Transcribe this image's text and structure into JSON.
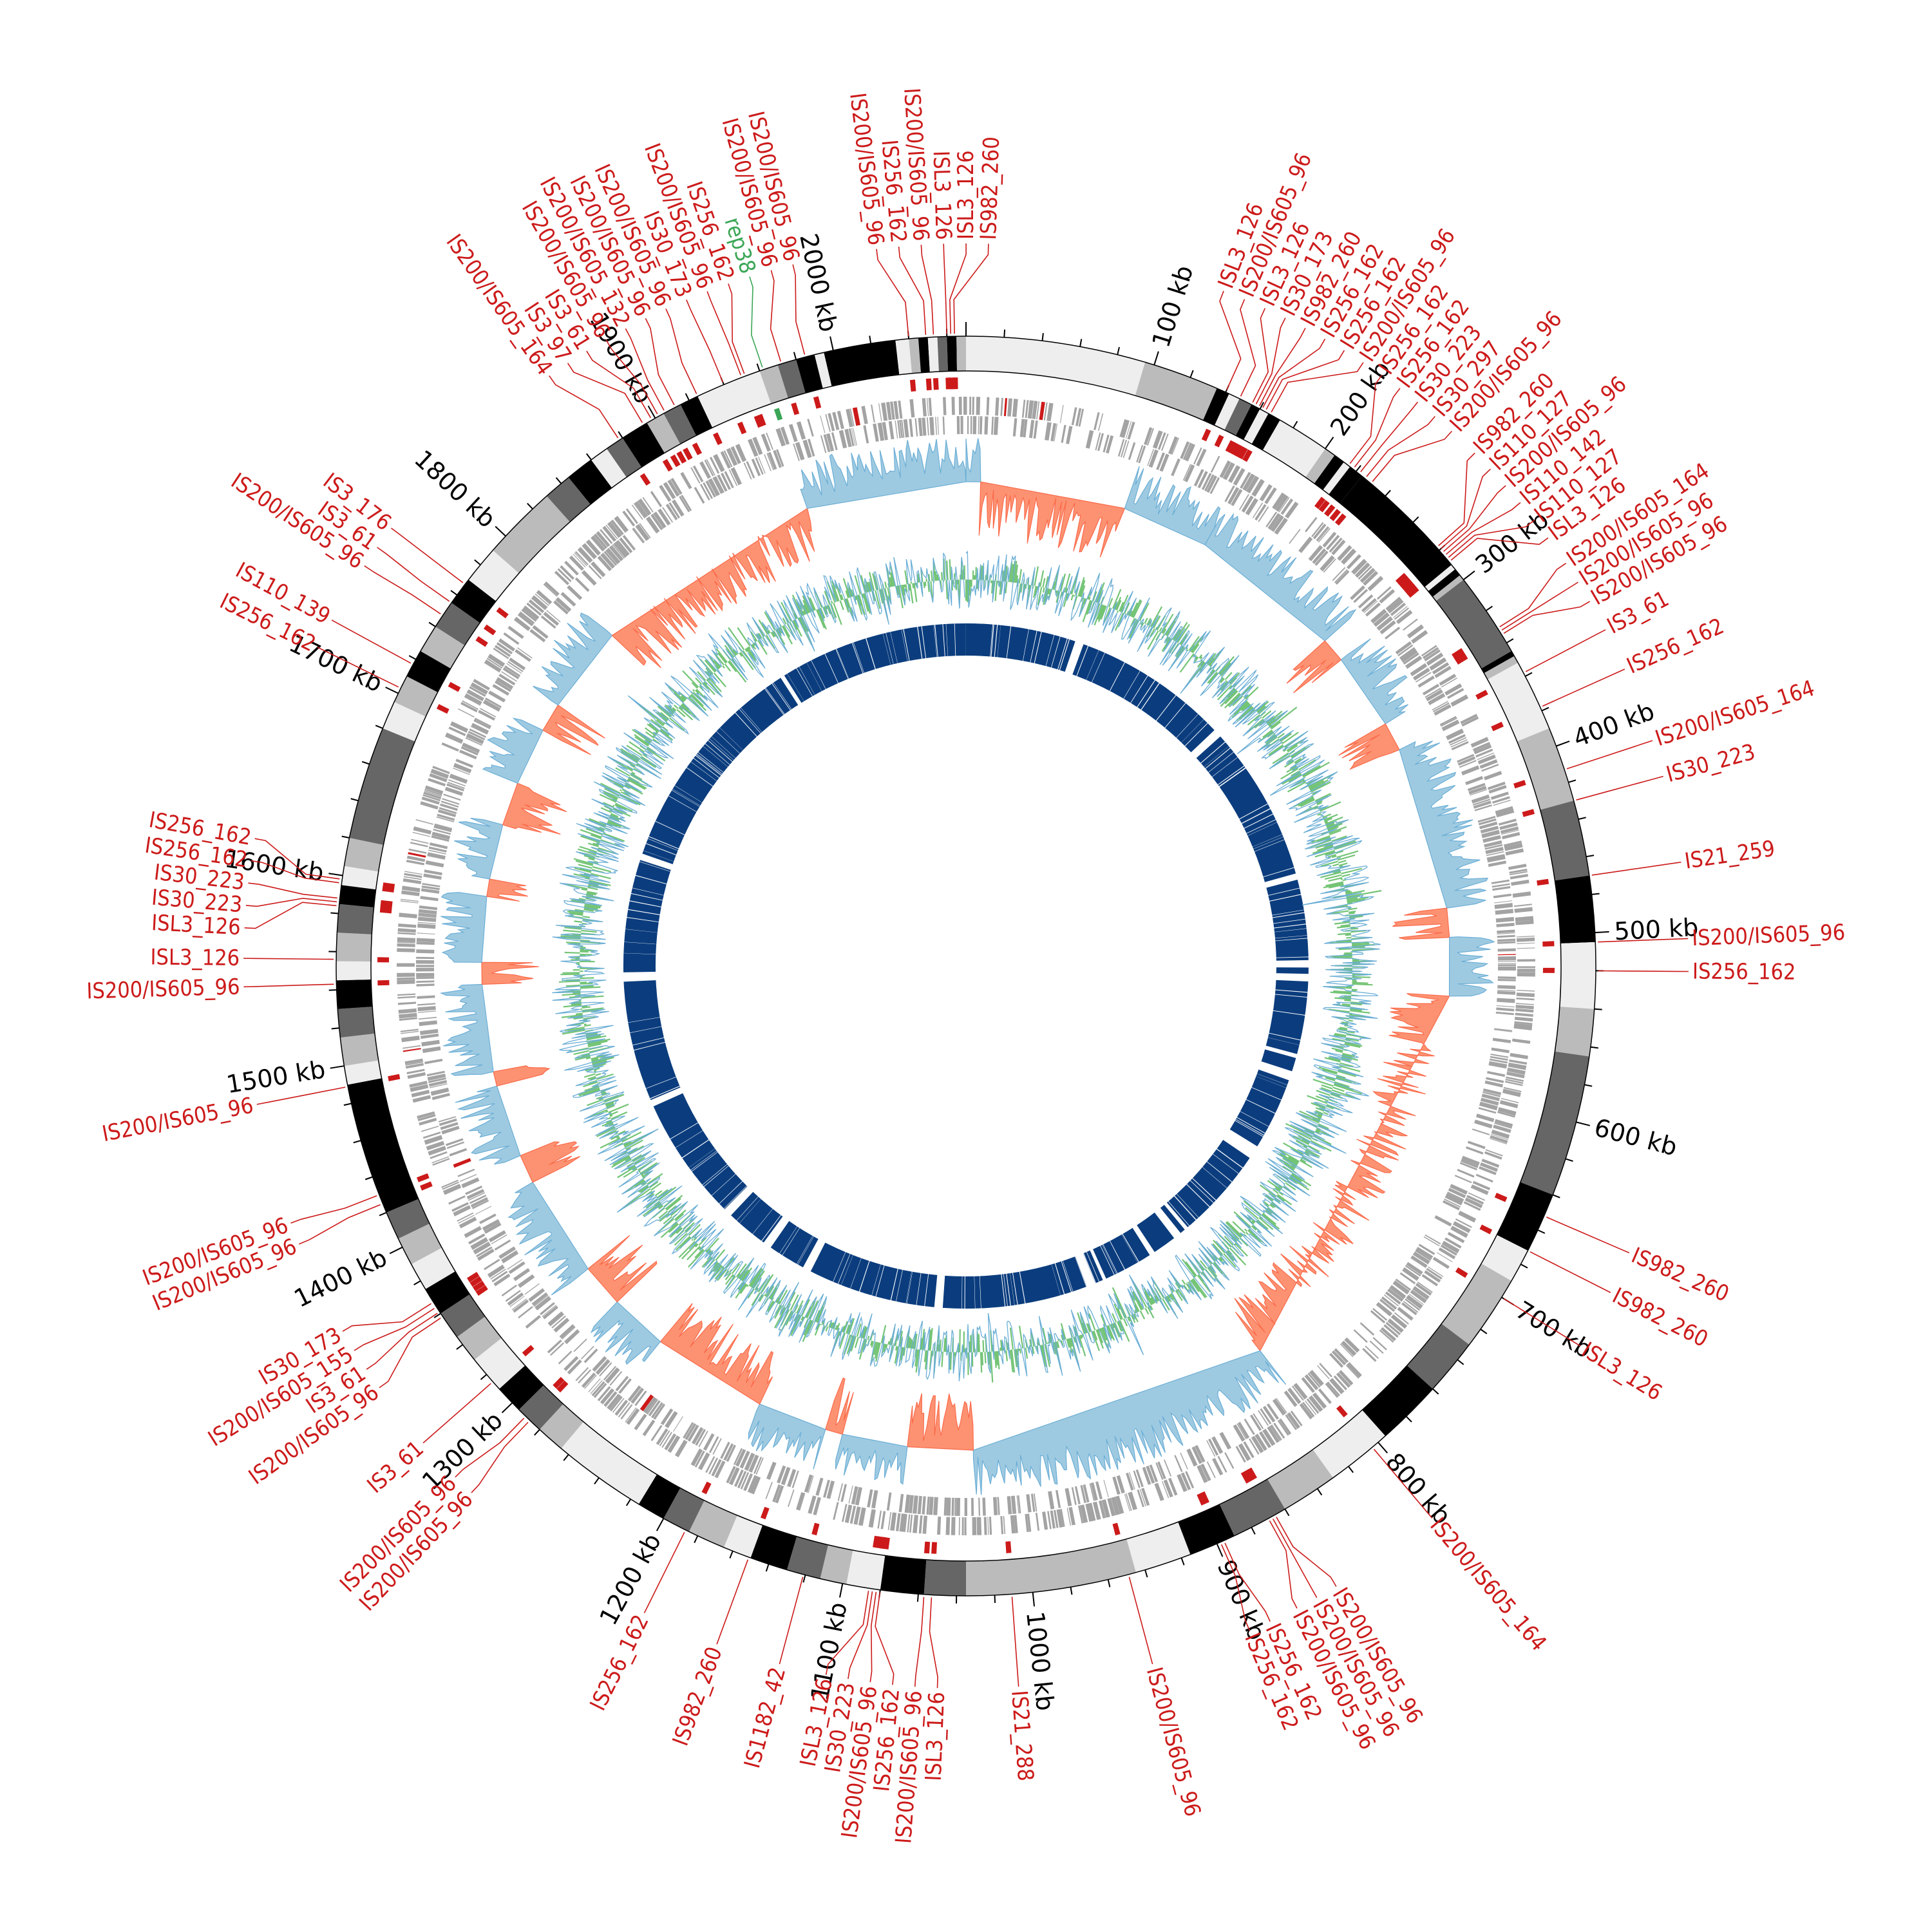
{
  "chart_data": {
    "type": "circular-genome-map",
    "genome_length_kb": 2070,
    "colors": {
      "is_element": "#cc1a1a",
      "rep_element": "#3aa655",
      "gene": "#a3a3a3",
      "skew_positive": "#9ecae1",
      "skew_positive_line": "#6baed6",
      "skew_negative": "#fc9272",
      "gc_line": "#6baed6",
      "gc_fill": "#74c476",
      "coding_ring": "#0b3d7e",
      "band_shades": [
        "#eeeeee",
        "#bbbbbb",
        "#666666",
        "#000000"
      ]
    },
    "ticks": [
      {
        "kb": 100,
        "label": "100 kb"
      },
      {
        "kb": 200,
        "label": "200 kb"
      },
      {
        "kb": 300,
        "label": "300 kb"
      },
      {
        "kb": 400,
        "label": "400 kb"
      },
      {
        "kb": 500,
        "label": "500 kb"
      },
      {
        "kb": 600,
        "label": "600 kb"
      },
      {
        "kb": 700,
        "label": "700 kb"
      },
      {
        "kb": 800,
        "label": "800 kb"
      },
      {
        "kb": 900,
        "label": "900 kb"
      },
      {
        "kb": 1000,
        "label": "1000 kb"
      },
      {
        "kb": 1100,
        "label": "1100 kb"
      },
      {
        "kb": 1200,
        "label": "1200 kb"
      },
      {
        "kb": 1300,
        "label": "1300 kb"
      },
      {
        "kb": 1400,
        "label": "1400 kb"
      },
      {
        "kb": 1500,
        "label": "1500 kb"
      },
      {
        "kb": 1600,
        "label": "1600 kb"
      },
      {
        "kb": 1700,
        "label": "1700 kb"
      },
      {
        "kb": 1800,
        "label": "1800 kb"
      },
      {
        "kb": 1900,
        "label": "1900 kb"
      },
      {
        "kb": 2000,
        "label": "2000 kb"
      }
    ],
    "bands": [
      [
        0,
        95,
        0
      ],
      [
        95,
        135,
        1
      ],
      [
        135,
        142,
        3
      ],
      [
        142,
        148,
        0
      ],
      [
        148,
        155,
        2
      ],
      [
        155,
        160,
        3
      ],
      [
        160,
        165,
        0
      ],
      [
        165,
        172,
        3
      ],
      [
        172,
        200,
        0
      ],
      [
        200,
        206,
        1
      ],
      [
        206,
        212,
        3
      ],
      [
        212,
        216,
        0
      ],
      [
        216,
        224,
        3
      ],
      [
        224,
        290,
        3
      ],
      [
        290,
        293,
        0
      ],
      [
        293,
        297,
        3
      ],
      [
        297,
        300,
        1
      ],
      [
        300,
        345,
        2
      ],
      [
        345,
        348,
        3
      ],
      [
        348,
        352,
        1
      ],
      [
        352,
        390,
        0
      ],
      [
        390,
        430,
        1
      ],
      [
        430,
        470,
        2
      ],
      [
        470,
        505,
        3
      ],
      [
        505,
        540,
        0
      ],
      [
        540,
        565,
        1
      ],
      [
        565,
        640,
        2
      ],
      [
        640,
        672,
        3
      ],
      [
        672,
        690,
        0
      ],
      [
        690,
        730,
        1
      ],
      [
        730,
        760,
        2
      ],
      [
        760,
        795,
        3
      ],
      [
        795,
        830,
        0
      ],
      [
        830,
        860,
        1
      ],
      [
        860,
        890,
        2
      ],
      [
        890,
        915,
        3
      ],
      [
        915,
        945,
        0
      ],
      [
        945,
        1035,
        1
      ],
      [
        1035,
        1057,
        2
      ],
      [
        1057,
        1080,
        3
      ],
      [
        1080,
        1098,
        0
      ],
      [
        1098,
        1112,
        1
      ],
      [
        1112,
        1130,
        2
      ],
      [
        1130,
        1150,
        3
      ],
      [
        1150,
        1165,
        0
      ],
      [
        1165,
        1185,
        1
      ],
      [
        1185,
        1200,
        2
      ],
      [
        1200,
        1215,
        3
      ],
      [
        1215,
        1265,
        0
      ],
      [
        1265,
        1280,
        1
      ],
      [
        1280,
        1295,
        2
      ],
      [
        1295,
        1310,
        3
      ],
      [
        1310,
        1330,
        0
      ],
      [
        1330,
        1345,
        1
      ],
      [
        1345,
        1360,
        2
      ],
      [
        1360,
        1375,
        3
      ],
      [
        1375,
        1390,
        0
      ],
      [
        1390,
        1405,
        1
      ],
      [
        1405,
        1420,
        2
      ],
      [
        1420,
        1490,
        3
      ],
      [
        1490,
        1500,
        0
      ],
      [
        1500,
        1515,
        1
      ],
      [
        1515,
        1530,
        2
      ],
      [
        1530,
        1545,
        3
      ],
      [
        1545,
        1555,
        0
      ],
      [
        1555,
        1570,
        1
      ],
      [
        1570,
        1585,
        2
      ],
      [
        1585,
        1595,
        3
      ],
      [
        1595,
        1605,
        0
      ],
      [
        1605,
        1620,
        1
      ],
      [
        1620,
        1680,
        2
      ],
      [
        1680,
        1695,
        0
      ],
      [
        1695,
        1710,
        1
      ],
      [
        1710,
        1725,
        3
      ],
      [
        1725,
        1740,
        1
      ],
      [
        1740,
        1755,
        2
      ],
      [
        1755,
        1770,
        3
      ],
      [
        1770,
        1790,
        0
      ],
      [
        1790,
        1830,
        1
      ],
      [
        1830,
        1845,
        2
      ],
      [
        1845,
        1860,
        3
      ],
      [
        1860,
        1870,
        0
      ],
      [
        1870,
        1880,
        2
      ],
      [
        1880,
        1895,
        3
      ],
      [
        1895,
        1905,
        1
      ],
      [
        1905,
        1915,
        2
      ],
      [
        1915,
        1925,
        3
      ],
      [
        1925,
        1960,
        0
      ],
      [
        1960,
        1970,
        1
      ],
      [
        1970,
        1980,
        2
      ],
      [
        1980,
        1990,
        3
      ],
      [
        1990,
        1995,
        0
      ],
      [
        1995,
        2033,
        3
      ],
      [
        2033,
        2040,
        0
      ],
      [
        2040,
        2045,
        1
      ],
      [
        2045,
        2050,
        3
      ],
      [
        2050,
        2055,
        0
      ],
      [
        2055,
        2060,
        2
      ],
      [
        2060,
        2065,
        3
      ],
      [
        2065,
        2070,
        1
      ]
    ],
    "gc_skew_segments": [
      [
        0,
        10,
        1
      ],
      [
        10,
        110,
        -1
      ],
      [
        110,
        170,
        1
      ],
      [
        170,
        275,
        1
      ],
      [
        275,
        292,
        -1
      ],
      [
        292,
        345,
        1
      ],
      [
        345,
        365,
        -1
      ],
      [
        365,
        478,
        1
      ],
      [
        478,
        498,
        -1
      ],
      [
        498,
        538,
        1
      ],
      [
        538,
        820,
        -1
      ],
      [
        820,
        1030,
        1
      ],
      [
        1030,
        1075,
        -1
      ],
      [
        1075,
        1120,
        1
      ],
      [
        1120,
        1132,
        -1
      ],
      [
        1132,
        1180,
        1
      ],
      [
        1180,
        1260,
        -1
      ],
      [
        1260,
        1300,
        1
      ],
      [
        1300,
        1330,
        -1
      ],
      [
        1330,
        1400,
        1
      ],
      [
        1400,
        1420,
        -1
      ],
      [
        1420,
        1470,
        1
      ],
      [
        1470,
        1480,
        -1
      ],
      [
        1480,
        1540,
        1
      ],
      [
        1540,
        1555,
        -1
      ],
      [
        1555,
        1600,
        1
      ],
      [
        1600,
        1612,
        -1
      ],
      [
        1612,
        1650,
        1
      ],
      [
        1650,
        1680,
        -1
      ],
      [
        1680,
        1720,
        1
      ],
      [
        1720,
        1740,
        -1
      ],
      [
        1740,
        1800,
        1
      ],
      [
        1800,
        1960,
        -1
      ],
      [
        1960,
        2070,
        1
      ]
    ],
    "is_elements": [
      {
        "label": "ISL3_126",
        "kb": 140,
        "type": "is"
      },
      {
        "label": "IS200/IS605_96",
        "kb": 148,
        "type": "is"
      },
      {
        "label": "ISL3_126",
        "kb": 155,
        "type": "is"
      },
      {
        "label": "IS30_173",
        "kb": 157,
        "type": "is"
      },
      {
        "label": "IS982_260",
        "kb": 159,
        "type": "is"
      },
      {
        "label": "IS256_162",
        "kb": 161,
        "type": "is"
      },
      {
        "label": "IS256_162",
        "kb": 163,
        "type": "is"
      },
      {
        "label": "IS200/IS605_96",
        "kb": 166,
        "type": "is"
      },
      {
        "label": "IS256_162",
        "kb": 215,
        "type": "is"
      },
      {
        "label": "IS256_162",
        "kb": 218,
        "type": "is"
      },
      {
        "label": "IS30_223",
        "kb": 222,
        "type": "is"
      },
      {
        "label": "IS30_297",
        "kb": 226,
        "type": "is"
      },
      {
        "label": "IS200/IS605_96",
        "kb": 230,
        "type": "is"
      },
      {
        "label": "IS982_260",
        "kb": 278,
        "type": "is"
      },
      {
        "label": "IS110_127",
        "kb": 280,
        "type": "is"
      },
      {
        "label": "IS200/IS605_96",
        "kb": 282,
        "type": "is"
      },
      {
        "label": "IS110_142",
        "kb": 284,
        "type": "is"
      },
      {
        "label": "IS110_127",
        "kb": 286,
        "type": "is"
      },
      {
        "label": "ISL3_126",
        "kb": 288,
        "type": "is"
      },
      {
        "label": "IS200/IS605_164",
        "kb": 331,
        "type": "is"
      },
      {
        "label": "IS200/IS605_96",
        "kb": 333,
        "type": "is"
      },
      {
        "label": "IS200/IS605_96",
        "kb": 335,
        "type": "is"
      },
      {
        "label": "IS3_61",
        "kb": 358,
        "type": "is"
      },
      {
        "label": "IS256_162",
        "kb": 378,
        "type": "is"
      },
      {
        "label": "IS200/IS605_164",
        "kb": 413,
        "type": "is"
      },
      {
        "label": "IS30_223",
        "kb": 430,
        "type": "is"
      },
      {
        "label": "IS21_259",
        "kb": 470,
        "type": "is"
      },
      {
        "label": "IS200/IS605_96",
        "kb": 505,
        "type": "is"
      },
      {
        "label": "IS256_162",
        "kb": 520,
        "type": "is"
      },
      {
        "label": "IS982_260",
        "kb": 652,
        "type": "is"
      },
      {
        "label": "IS982_260",
        "kb": 672,
        "type": "is"
      },
      {
        "label": "ISL3_126",
        "kb": 700,
        "type": "is"
      },
      {
        "label": "IS200/IS605_164",
        "kb": 804,
        "type": "is"
      },
      {
        "label": "IS200/IS605_96",
        "kb": 866,
        "type": "is"
      },
      {
        "label": "IS200/IS605_96",
        "kb": 868,
        "type": "is"
      },
      {
        "label": "IS200/IS605_96",
        "kb": 870,
        "type": "is"
      },
      {
        "label": "IS256_162",
        "kb": 896,
        "type": "is"
      },
      {
        "label": "IS256_162",
        "kb": 898,
        "type": "is"
      },
      {
        "label": "IS200/IS605_96",
        "kb": 949,
        "type": "is"
      },
      {
        "label": "IS21_288",
        "kb": 1011,
        "type": "is"
      },
      {
        "label": "ISL3_126",
        "kb": 1053,
        "type": "is"
      },
      {
        "label": "IS200/IS605_96",
        "kb": 1057,
        "type": "is"
      },
      {
        "label": "IS256_162",
        "kb": 1080,
        "type": "is"
      },
      {
        "label": "IS200/IS605_96",
        "kb": 1082,
        "type": "is"
      },
      {
        "label": "IS30_223",
        "kb": 1084,
        "type": "is"
      },
      {
        "label": "ISL3_126",
        "kb": 1086,
        "type": "is"
      },
      {
        "label": "IS1182_42",
        "kb": 1121,
        "type": "is"
      },
      {
        "label": "IS982_260",
        "kb": 1151,
        "type": "is"
      },
      {
        "label": "IS256_162",
        "kb": 1187,
        "type": "is"
      },
      {
        "label": "IS200/IS605_96",
        "kb": 1287,
        "type": "is"
      },
      {
        "label": "IS200/IS605_96",
        "kb": 1290,
        "type": "is"
      },
      {
        "label": "IS3_61",
        "kb": 1315,
        "type": "is"
      },
      {
        "label": "IS200/IS605_96",
        "kb": 1358,
        "type": "is"
      },
      {
        "label": "IS3_61",
        "kb": 1361,
        "type": "is"
      },
      {
        "label": "IS200/IS605_155",
        "kb": 1364,
        "type": "is"
      },
      {
        "label": "IS30_173",
        "kb": 1367,
        "type": "is"
      },
      {
        "label": "IS200/IS605_96",
        "kb": 1425,
        "type": "is"
      },
      {
        "label": "IS200/IS605_96",
        "kb": 1430,
        "type": "is"
      },
      {
        "label": "IS200/IS605_96",
        "kb": 1489,
        "type": "is"
      },
      {
        "label": "IS200/IS605_96",
        "kb": 1543,
        "type": "is"
      },
      {
        "label": "ISL3_126",
        "kb": 1556,
        "type": "is"
      },
      {
        "label": "ISL3_126",
        "kb": 1584,
        "type": "is"
      },
      {
        "label": "IS30_223",
        "kb": 1586,
        "type": "is"
      },
      {
        "label": "IS30_223",
        "kb": 1588,
        "type": "is"
      },
      {
        "label": "IS256_162",
        "kb": 1596,
        "type": "is"
      },
      {
        "label": "IS256_162",
        "kb": 1598,
        "type": "is"
      },
      {
        "label": "IS256_162",
        "kb": 1703,
        "type": "is"
      },
      {
        "label": "IS110_139",
        "kb": 1717,
        "type": "is"
      },
      {
        "label": "IS200/IS605_96",
        "kb": 1747,
        "type": "is"
      },
      {
        "label": "IS3_61",
        "kb": 1755,
        "type": "is"
      },
      {
        "label": "IS3_176",
        "kb": 1767,
        "type": "is"
      },
      {
        "label": "IS200/IS605_164",
        "kb": 1878,
        "type": "is"
      },
      {
        "label": "IS3_97",
        "kb": 1893,
        "type": "is"
      },
      {
        "label": "IS3_61",
        "kb": 1898,
        "type": "is"
      },
      {
        "label": "IS200/IS605_96",
        "kb": 1902,
        "type": "is"
      },
      {
        "label": "IS200/IS605_132",
        "kb": 1906,
        "type": "is"
      },
      {
        "label": "IS200/IS605_96",
        "kb": 1912,
        "type": "is"
      },
      {
        "label": "IS200/IS605_96",
        "kb": 1925,
        "type": "is"
      },
      {
        "label": "IS30_173",
        "kb": 1940,
        "type": "is"
      },
      {
        "label": "IS200/IS605_96",
        "kb": 1950,
        "type": "is"
      },
      {
        "label": "IS256_162",
        "kb": 1952,
        "type": "is"
      },
      {
        "label": "rep38",
        "kb": 1962,
        "type": "rep"
      },
      {
        "label": "IS200/IS605_96",
        "kb": 1972,
        "type": "is"
      },
      {
        "label": "IS200/IS605_96",
        "kb": 1985,
        "type": "is"
      },
      {
        "label": "IS200/IS605_96",
        "kb": 2040,
        "type": "is"
      },
      {
        "label": "IS256_162",
        "kb": 2049,
        "type": "is"
      },
      {
        "label": "IS200/IS605_96",
        "kb": 2053,
        "type": "is"
      },
      {
        "label": "ISL3_126",
        "kb": 2060,
        "type": "is"
      },
      {
        "label": "ISL3_126",
        "kb": 2062,
        "type": "is"
      },
      {
        "label": "IS982_260",
        "kb": 2064,
        "type": "is"
      }
    ]
  }
}
